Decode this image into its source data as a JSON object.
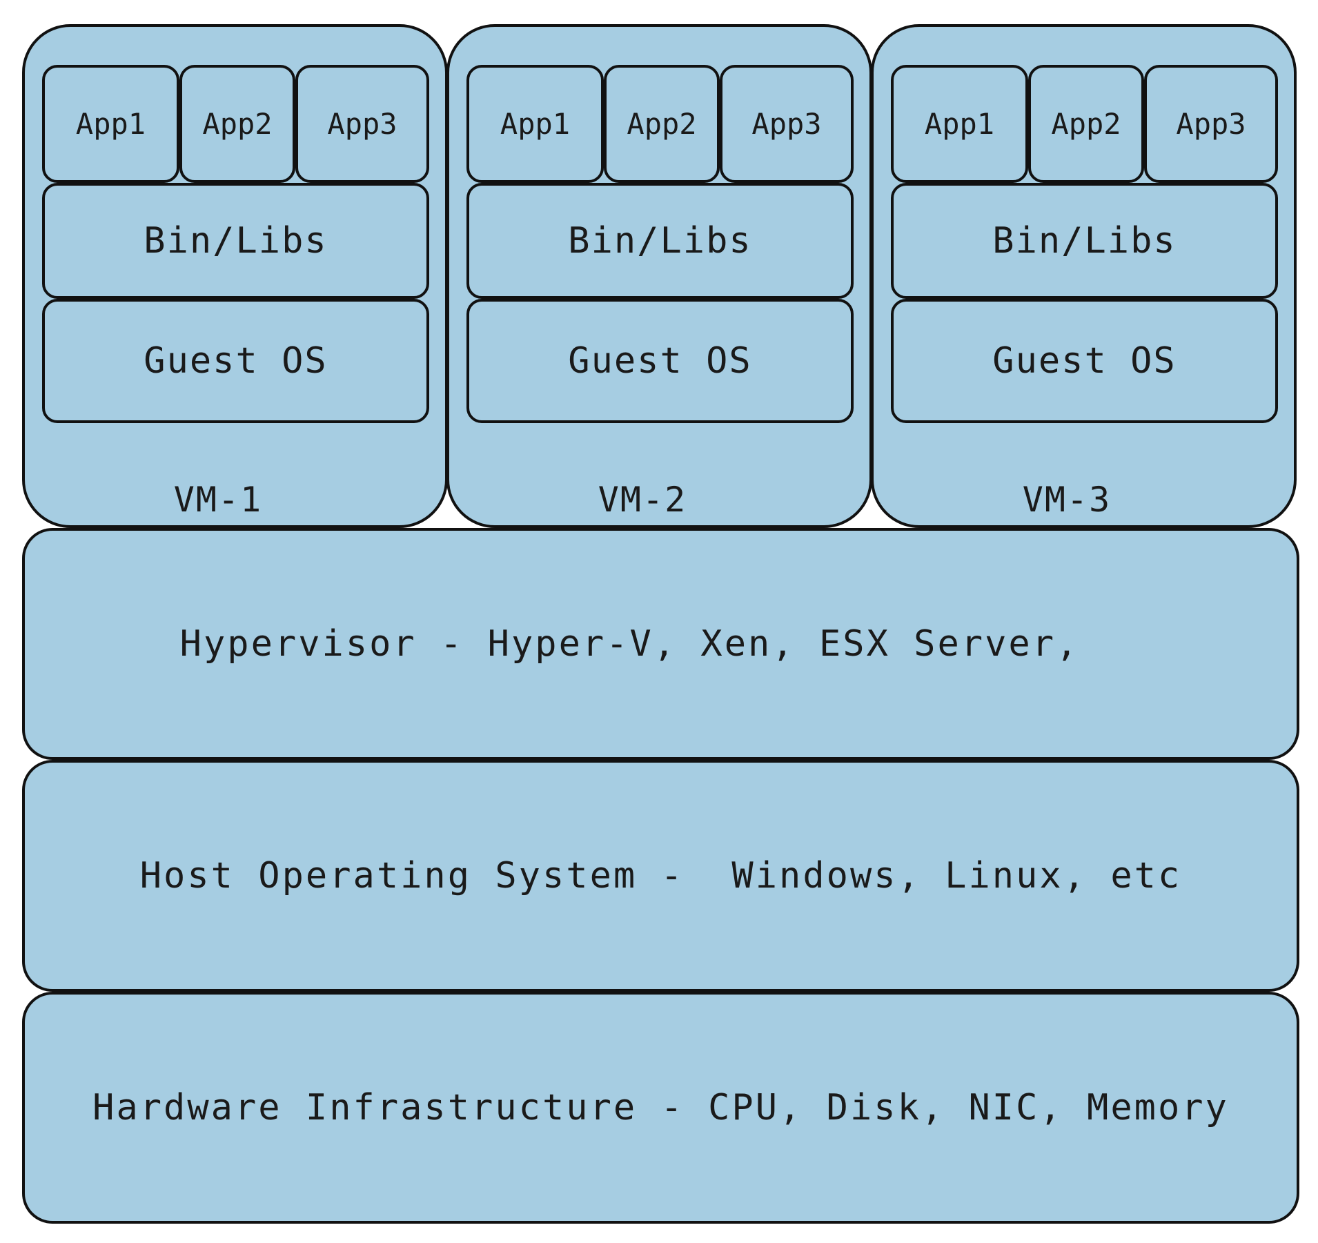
{
  "vms": [
    {
      "label": "VM-1",
      "apps": [
        "App1",
        "App2",
        "App3"
      ],
      "bins_libs": "Bin/Libs",
      "guest_os": "Guest OS"
    },
    {
      "label": "VM-2",
      "apps": [
        "App1",
        "App2",
        "App3"
      ],
      "bins_libs": "Bin/Libs",
      "guest_os": "Guest OS"
    },
    {
      "label": "VM-3",
      "apps": [
        "App1",
        "App2",
        "App3"
      ],
      "bins_libs": "Bin/Libs",
      "guest_os": "Guest OS"
    }
  ],
  "layers": {
    "hypervisor": "Hypervisor - Hyper-V, Xen, ESX Server,",
    "host_os": "Host Operating System -  Windows, Linux, etc",
    "hardware": "Hardware Infrastructure - CPU, Disk, NIC, Memory"
  },
  "colors": {
    "fill": "#a6cde2",
    "stroke": "#111111",
    "text": "#1a1a1a"
  }
}
